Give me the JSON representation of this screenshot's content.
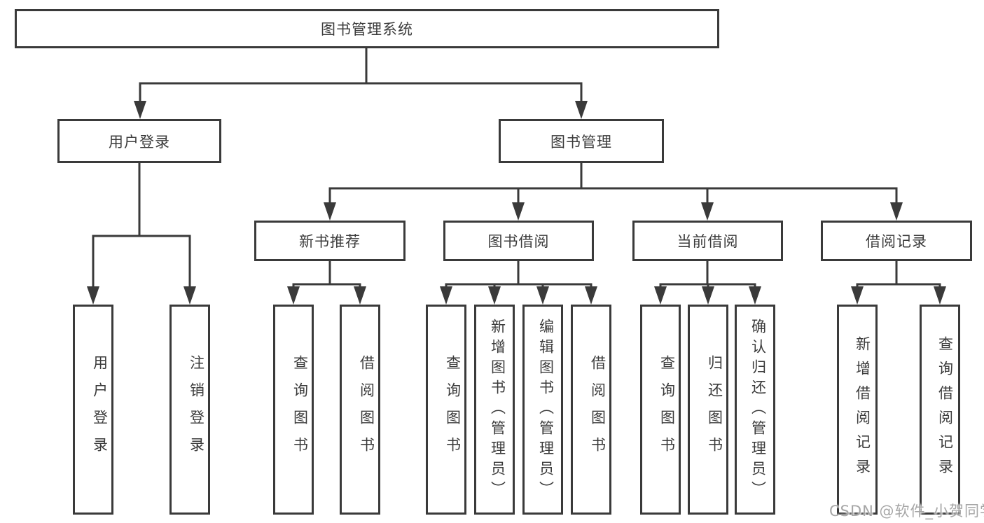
{
  "watermark": {
    "text": "CSDN @软件_小贺同学"
  },
  "colors": {
    "line": "#3a3a3a",
    "box_border": "#3a3a3a",
    "text": "#3b3b3b",
    "watermark": "#a6a6a6",
    "background": "#ffffff"
  },
  "tree": {
    "label": "图书管理系统",
    "children": [
      {
        "label": "用户登录",
        "children": [
          {
            "label": "用户登录"
          },
          {
            "label": "注销登录"
          }
        ]
      },
      {
        "label": "图书管理",
        "children": [
          {
            "label": "新书推荐",
            "children": [
              {
                "label": "查询图书"
              },
              {
                "label": "借阅图书"
              }
            ]
          },
          {
            "label": "图书借阅",
            "children": [
              {
                "label": "查询图书"
              },
              {
                "label": "新增图书（管理员）"
              },
              {
                "label": "编辑图书（管理员）"
              },
              {
                "label": "借阅图书"
              }
            ]
          },
          {
            "label": "当前借阅",
            "children": [
              {
                "label": "查询图书"
              },
              {
                "label": "归还图书"
              },
              {
                "label": "确认归还（管理员）"
              }
            ]
          },
          {
            "label": "借阅记录",
            "children": [
              {
                "label": "新增借阅记录"
              },
              {
                "label": "查询借阅记录"
              }
            ]
          }
        ]
      }
    ]
  }
}
